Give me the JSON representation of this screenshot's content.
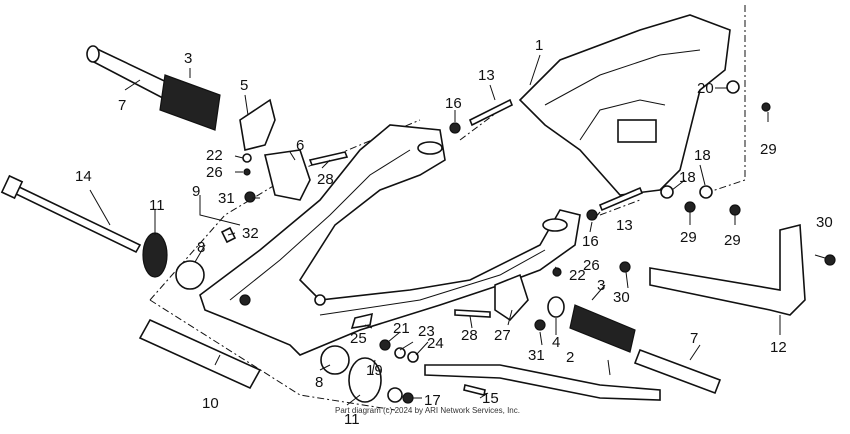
{
  "diagram": {
    "copyright": "Part diagram (c) 2024 by ARI Network Services, Inc.",
    "callouts": {
      "c1": "1",
      "c2": "2",
      "c3a": "3",
      "c3b": "3",
      "c4": "4",
      "c5": "5",
      "c6": "6",
      "c7a": "7",
      "c7b": "7",
      "c8a": "8",
      "c8b": "8",
      "c9": "9",
      "c10": "10",
      "c11a": "11",
      "c11b": "11",
      "c12": "12",
      "c13a": "13",
      "c13b": "13",
      "c14": "14",
      "c15": "15",
      "c16a": "16",
      "c16b": "16",
      "c17": "17",
      "c18a": "18",
      "c18b": "18",
      "c19": "19",
      "c20": "20",
      "c21": "21",
      "c22a": "22",
      "c22b": "22",
      "c23": "23",
      "c24": "24",
      "c25": "25",
      "c26a": "26",
      "c26b": "26",
      "c27": "27",
      "c28a": "28",
      "c28b": "28",
      "c29a": "29",
      "c29b": "29",
      "c29c": "29",
      "c30a": "30",
      "c30b": "30",
      "c31a": "31",
      "c31b": "31",
      "c32": "32"
    }
  }
}
